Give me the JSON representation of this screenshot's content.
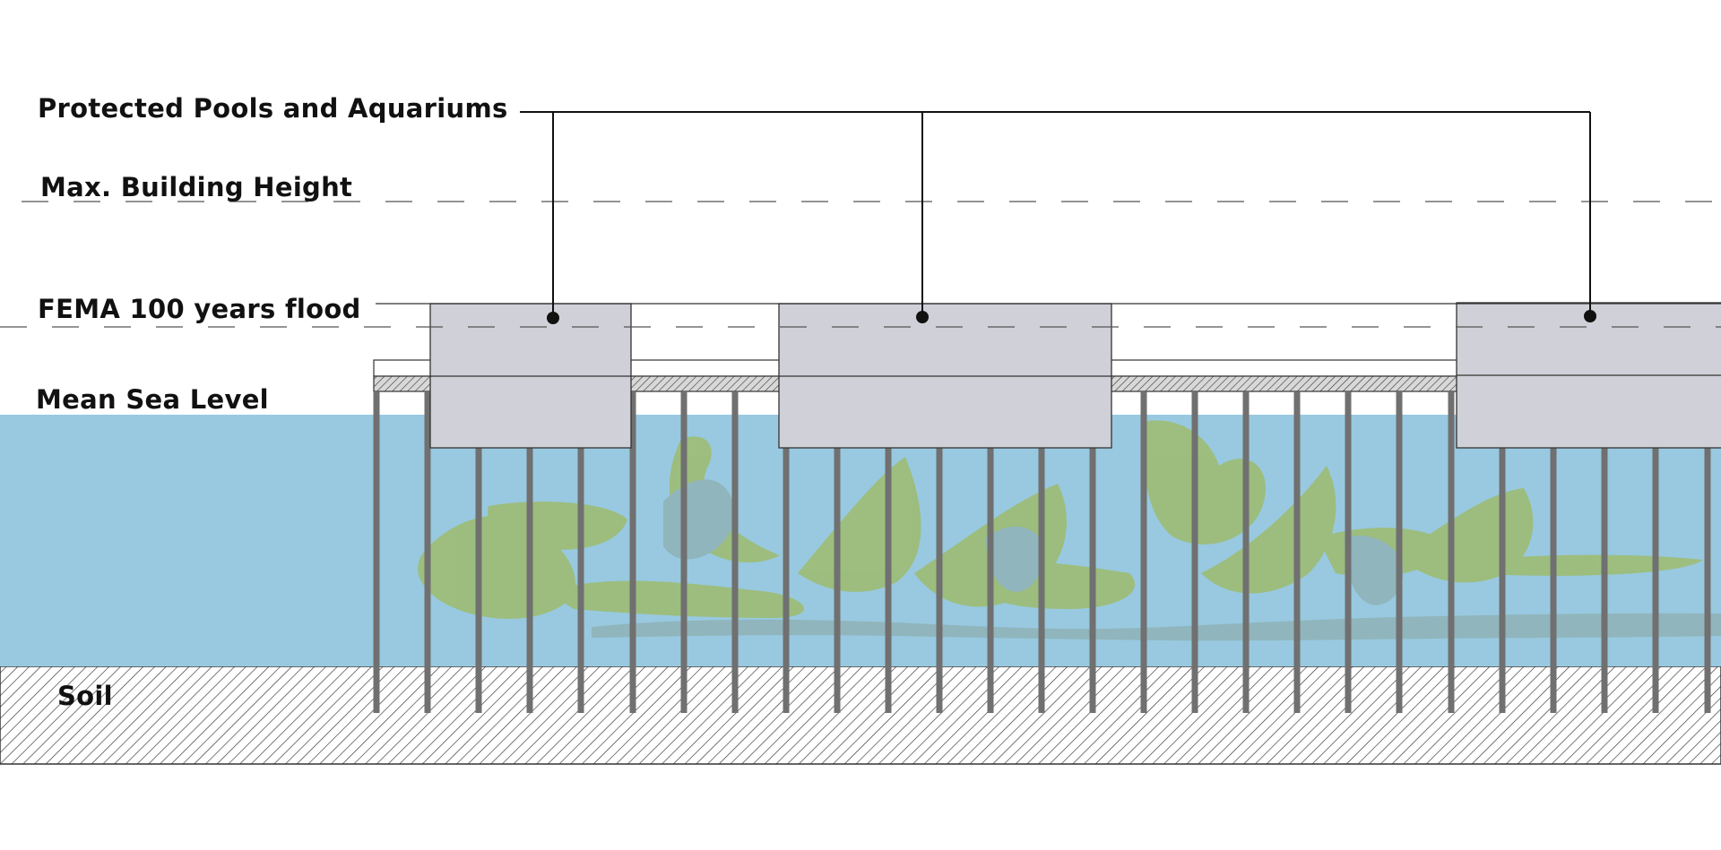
{
  "labels": {
    "pools": "Protected Pools and Aquariums",
    "max_height": "Max. Building Height",
    "fema": "FEMA 100 years flood",
    "sea_level": "Mean Sea Level",
    "soil": "Soil"
  },
  "colors": {
    "water": "#98c9e0",
    "plant": "#9dbc6c",
    "plant_shade": "#8fb2b6",
    "pile": "#707070",
    "building": "#d0d0d8",
    "outline": "#3a3a3a",
    "dash": "#555555",
    "background": "#ffffff"
  }
}
